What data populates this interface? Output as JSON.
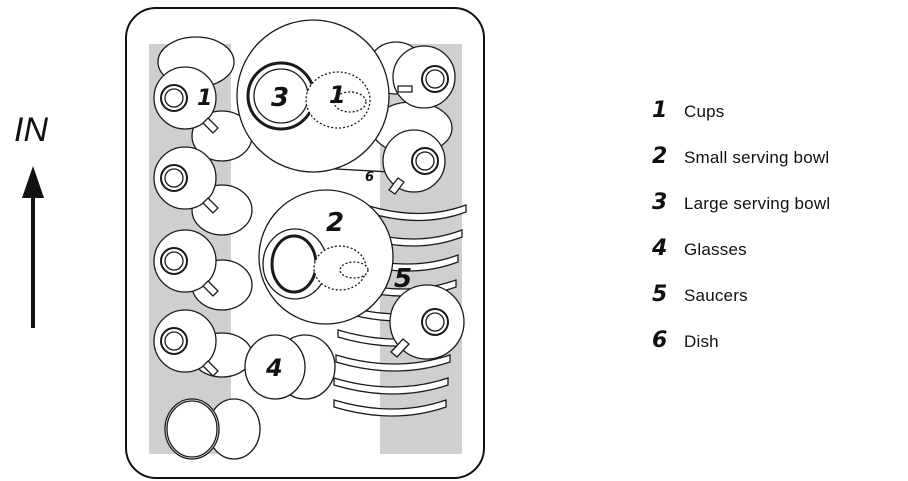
{
  "direction_label": "IN",
  "rack_markers": {
    "cups": "1",
    "small_serving_bowl": "2",
    "large_serving_bowl": "3",
    "glasses": "4",
    "saucers": "5",
    "dish": "6"
  },
  "legend": [
    {
      "number": "1",
      "label": "Cups"
    },
    {
      "number": "2",
      "label": "Small serving bowl"
    },
    {
      "number": "3",
      "label": "Large serving bowl"
    },
    {
      "number": "4",
      "label": "Glasses"
    },
    {
      "number": "5",
      "label": "Saucers"
    },
    {
      "number": "6",
      "label": "Dish"
    }
  ],
  "colors": {
    "line": "#1a1a1a",
    "tine_shade": "#cfcfcf",
    "background": "#ffffff"
  }
}
